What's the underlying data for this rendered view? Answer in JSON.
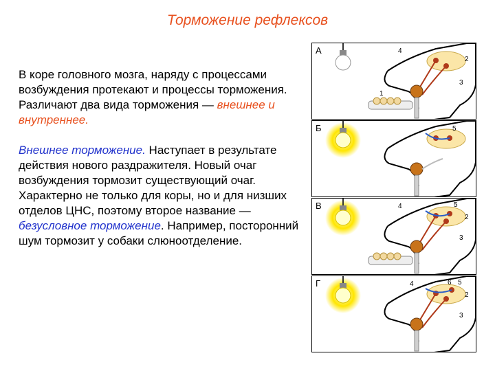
{
  "title": "Торможение рефлексов",
  "paragraph1": {
    "text": "В коре головного мозга, наряду с процессами возбуждения протекают и процессы торможения. Различают два вида торможения — ",
    "highlight": "внешнее и внутреннее."
  },
  "paragraph2": {
    "term": "Внешнее торможение.",
    "text1": " Наступает в результате действия нового раздражителя. Новый очаг возбуждения тормозит существующий очаг. Характерно не только для коры, но и для низших отделов ЦНС, поэтому второе название — ",
    "term2": "безусловное торможение",
    "text2": ". Например, посторонний шум тормозит у собаки слюноотделение."
  },
  "panels": [
    {
      "label": "А",
      "bulb_lit": false,
      "food": true,
      "numbers": [
        "4",
        "2",
        "3",
        "1"
      ]
    },
    {
      "label": "Б",
      "bulb_lit": true,
      "food": false,
      "numbers": [
        "5"
      ]
    },
    {
      "label": "В",
      "bulb_lit": true,
      "food": true,
      "numbers": [
        "4",
        "5",
        "2",
        "3"
      ]
    },
    {
      "label": "Г",
      "bulb_lit": true,
      "food": false,
      "numbers": [
        "4",
        "6",
        "5",
        "2",
        "3"
      ]
    }
  ],
  "colors": {
    "title": "#e8501e",
    "highlight_red": "#e8501e",
    "highlight_blue": "#2233cc",
    "bulb_glow": "#ffe600",
    "brain": "#fbe6a8",
    "nerve_red": "#b03a1a",
    "nerve_blue": "#2a5dc8"
  }
}
